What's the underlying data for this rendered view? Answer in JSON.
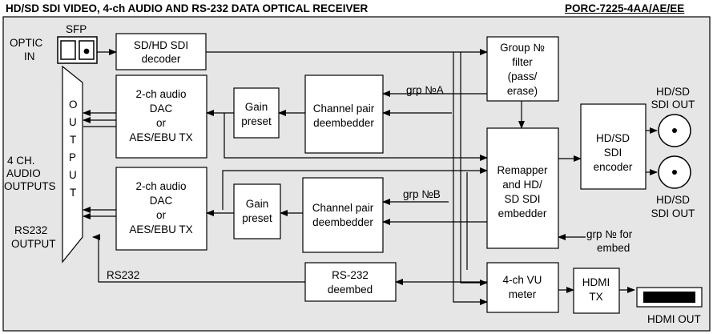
{
  "header": {
    "title": "HD/SD SDI VIDEO, 4-ch AUDIO AND RS-232 DATA OPTICAL RECEIVER",
    "model": "PORC-7225-4AA/AE/EE"
  },
  "labels": {
    "sfp": "SFP",
    "optic_in": [
      "OPTIC",
      "IN"
    ],
    "output_letters": [
      "O",
      "U",
      "T",
      "P",
      "U",
      "T"
    ],
    "audio_outputs": [
      "4 CH.",
      "AUDIO",
      "OUTPUTS"
    ],
    "rs232_output": [
      "RS232",
      "OUTPUT"
    ],
    "rs232_line": "RS232",
    "grp_a": "grp №A",
    "grp_b": "grp №B",
    "grp_embed": [
      "grp № for",
      "embed"
    ],
    "sdi_out_1": [
      "HD/SD",
      "SDI OUT"
    ],
    "sdi_out_2": [
      "HD/SD",
      "SDI OUT"
    ],
    "hdmi_out": "HDMI OUT"
  },
  "blocks": {
    "decoder": [
      "SD/HD SDI",
      "decoder"
    ],
    "group_filter": [
      "Group №",
      "filter",
      "(pass/",
      "erase)"
    ],
    "dac_a": [
      "2-ch audio",
      "DAC",
      "or",
      "AES/EBU TX"
    ],
    "gain_a": [
      "Gain",
      "preset"
    ],
    "deemb_a": [
      "Channel pair",
      "deembedder"
    ],
    "dac_b": [
      "2-ch audio",
      "DAC",
      "or",
      "AES/EBU TX"
    ],
    "gain_b": [
      "Gain",
      "preset"
    ],
    "deemb_b": [
      "Channel pair",
      "deembedder"
    ],
    "remapper": [
      "Remapper",
      "and HD/",
      "SD SDI",
      "embedder"
    ],
    "encoder": [
      "HD/SD",
      "SDI",
      "encoder"
    ],
    "rs232_deembed": [
      "RS-232",
      "deembed"
    ],
    "vu_meter": [
      "4-ch VU",
      "meter"
    ],
    "hdmi_tx": [
      "HDMI",
      "TX"
    ]
  }
}
